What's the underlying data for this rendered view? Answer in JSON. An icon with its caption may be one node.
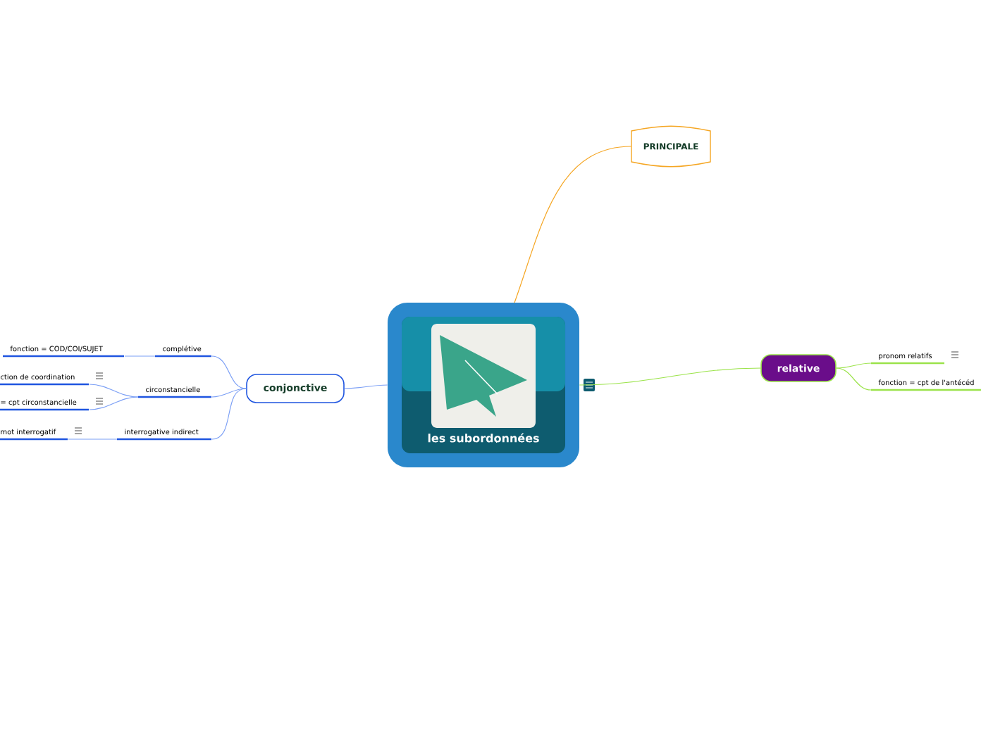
{
  "diagram": {
    "nodes": [
      {
        "text": [
          "les subordonnées"
        ]
      },
      {
        "text": [
          "PRINCIPALE"
        ]
      },
      {
        "text": [
          "conjonctive"
        ]
      },
      {
        "text": [
          "complétive"
        ]
      },
      {
        "text": [
          "fonction = COD/COI/SUJET"
        ]
      },
      {
        "text": [
          "circonstancielle"
        ]
      },
      {
        "text": [
          "ction de coordination"
        ]
      },
      {
        "text": [
          "= cpt circonstancielle"
        ]
      },
      {
        "text": [
          "interrogative indirect"
        ]
      },
      {
        "text": [
          "mot interrogatif"
        ]
      },
      {
        "text": [
          "relative"
        ]
      },
      {
        "text": [
          "pronom relatifs"
        ]
      },
      {
        "text": [
          "fonction = cpt de l'antécéd"
        ]
      }
    ],
    "edges": [
      {
        "from": 0,
        "to": 1,
        "arrow": "none",
        "color": "#f5a623"
      },
      {
        "from": 0,
        "to": 2,
        "arrow": "none"
      },
      {
        "from": 0,
        "to": 10,
        "arrow": "none",
        "color": "#9be34a"
      },
      {
        "from": 2,
        "to": 3,
        "arrow": "none"
      },
      {
        "from": 3,
        "to": 4,
        "arrow": "none"
      },
      {
        "from": 2,
        "to": 5,
        "arrow": "none"
      },
      {
        "from": 5,
        "to": 6,
        "arrow": "none"
      },
      {
        "from": 5,
        "to": 7,
        "arrow": "none"
      },
      {
        "from": 2,
        "to": 8,
        "arrow": "none"
      },
      {
        "from": 8,
        "to": 9,
        "arrow": "none"
      },
      {
        "from": 10,
        "to": 11,
        "arrow": "none",
        "color": "#9be34a"
      },
      {
        "from": 10,
        "to": 12,
        "arrow": "none",
        "color": "#9be34a"
      }
    ]
  }
}
